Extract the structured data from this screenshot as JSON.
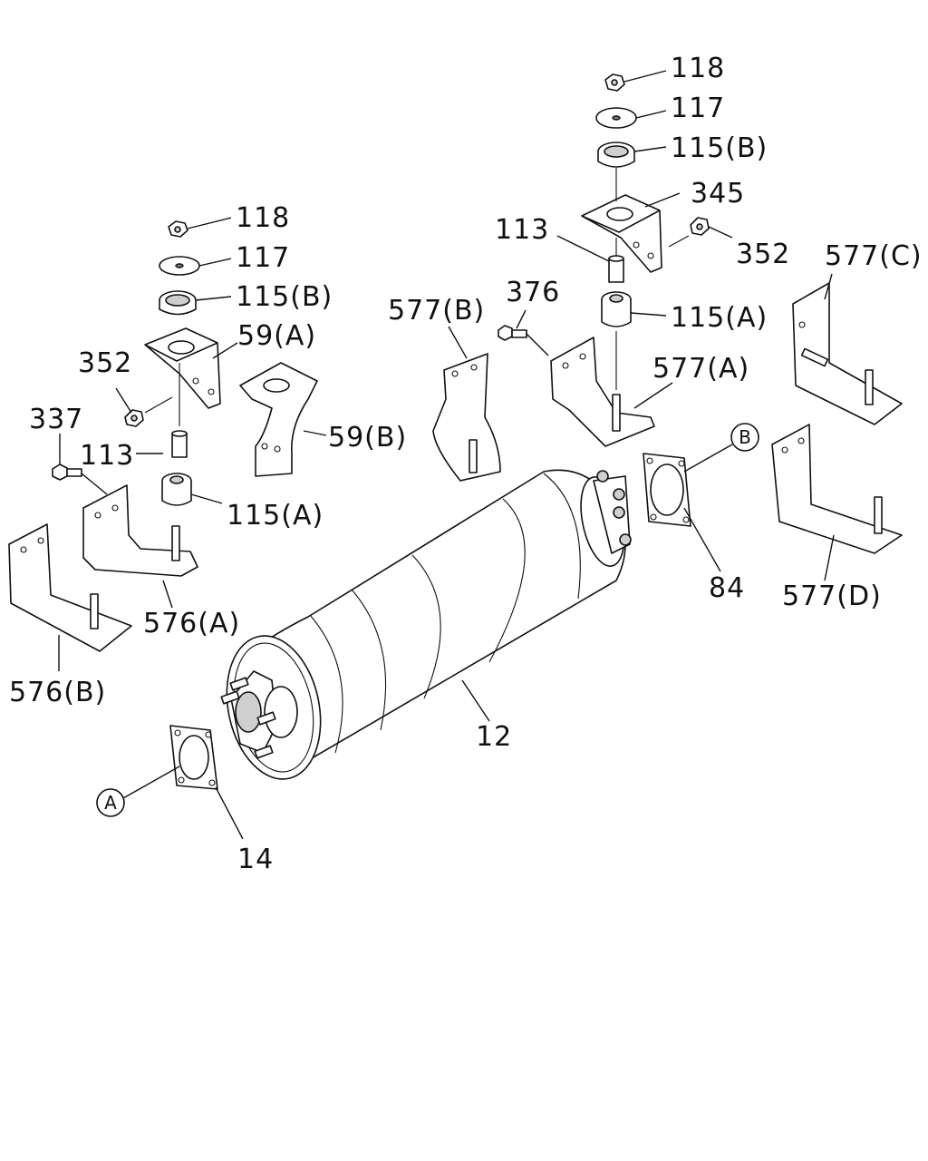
{
  "labels": {
    "l118a": "118",
    "l117a": "117",
    "l115ba": "115(B)",
    "l345": "345",
    "l113r": "113",
    "l352r": "352",
    "l577c": "577(C)",
    "l577b": "577(B)",
    "l376": "376",
    "l115ar": "115(A)",
    "l577a": "577(A)",
    "l118l": "118",
    "l117l": "117",
    "l115bl": "115(B)",
    "l59a": "59(A)",
    "l352l": "352",
    "l337": "337",
    "l113l": "113",
    "l59b": "59(B)",
    "l115al": "115(A)",
    "l576a": "576(A)",
    "l576b": "576(B)",
    "l84": "84",
    "l577d": "577(D)",
    "l12": "12",
    "l14": "14"
  },
  "markers": {
    "a": "A",
    "b": "B"
  }
}
